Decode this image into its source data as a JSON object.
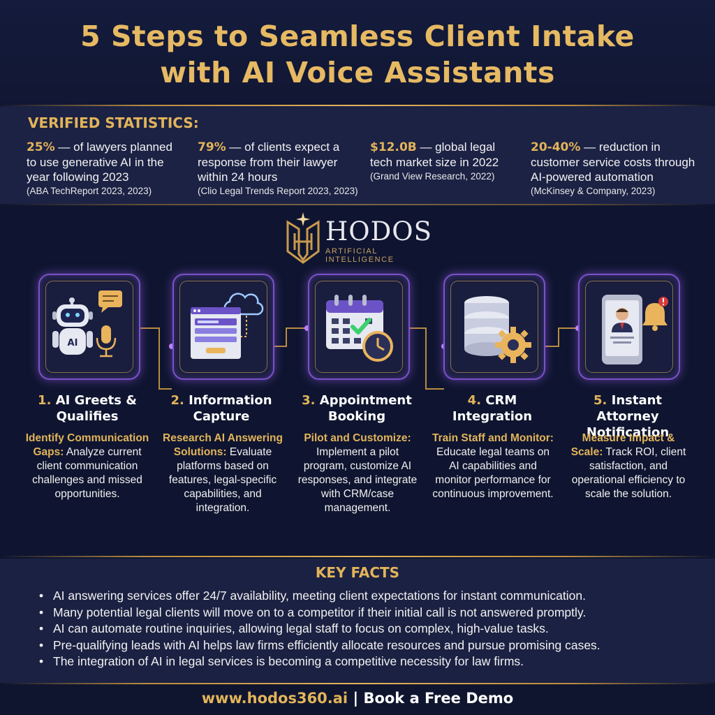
{
  "header": {
    "title_line1": "5 Steps to Seamless Client Intake",
    "title_line2": "with AI Voice Assistants"
  },
  "stats": {
    "heading": "VERIFIED STATISTICS:",
    "items": [
      {
        "value": "25%",
        "text": " — of lawyers planned to use generative AI in the year following 2023",
        "source": "(ABA TechReport 2023, 2023)"
      },
      {
        "value": "79%",
        "text": " — of clients expect a response from their lawyer within 24 hours",
        "source": "(Clio Legal Trends Report 2023, 2023)"
      },
      {
        "value": "$12.0B",
        "text": " — global legal tech market size in 2022",
        "source": "(Grand View Research, 2022)"
      },
      {
        "value": "20-40%",
        "text": " — reduction in customer service costs through AI-powered automation",
        "source": "(McKinsey & Company, 2023)"
      }
    ]
  },
  "logo": {
    "wordmark": "HODOS",
    "tagline": "ARTIFICIAL INTELLIGENCE",
    "icon_text": "AI"
  },
  "steps": [
    {
      "number": "1.",
      "title": "AI Greets & Qualifies",
      "lead": "Identify Communication Gaps:",
      "text": " Analyze current client communication challenges and missed opportunities.",
      "icon": "robot-icon"
    },
    {
      "number": "2.",
      "title": "Information Capture",
      "lead": "Research AI Answering Solutions:",
      "text": " Evaluate platforms based on features, legal-specific capabilities, and integration.",
      "icon": "form-cloud-icon"
    },
    {
      "number": "3.",
      "title": "Appointment Booking",
      "lead": "Pilot and Customize:",
      "text": " Implement a pilot program, customize AI responses, and integrate with CRM/case management.",
      "icon": "calendar-clock-icon"
    },
    {
      "number": "4.",
      "title": "CRM Integration",
      "lead": "Train Staff and Monitor:",
      "text": " Educate legal teams on AI capabilities and monitor performance for continuous improvement.",
      "icon": "database-gear-icon"
    },
    {
      "number": "5.",
      "title": "Instant Attorney Notification",
      "lead": "Measure Impact & Scale:",
      "text": " Track ROI, client satisfaction, and operational efficiency to scale the solution.",
      "icon": "phone-bell-icon"
    }
  ],
  "facts": {
    "heading": "KEY FACTS",
    "items": [
      "AI answering services offer 24/7 availability, meeting client expectations for instant communication.",
      "Many potential legal clients will move on to a competitor if their initial call is not answered promptly.",
      "AI can automate routine inquiries, allowing legal staff to focus on complex, high-value tasks.",
      "Pre-qualifying leads with AI helps law firms efficiently allocate resources and pursue promising cases.",
      "The integration of AI in legal services is becoming a competitive necessity for law firms."
    ]
  },
  "footer": {
    "url": "www.hodos360.ai",
    "separator": " | ",
    "cta": "Book a Free Demo"
  },
  "colors": {
    "background": "#0f1530",
    "gold": "#e2b45a",
    "purple_glow": "#7a52c9"
  }
}
